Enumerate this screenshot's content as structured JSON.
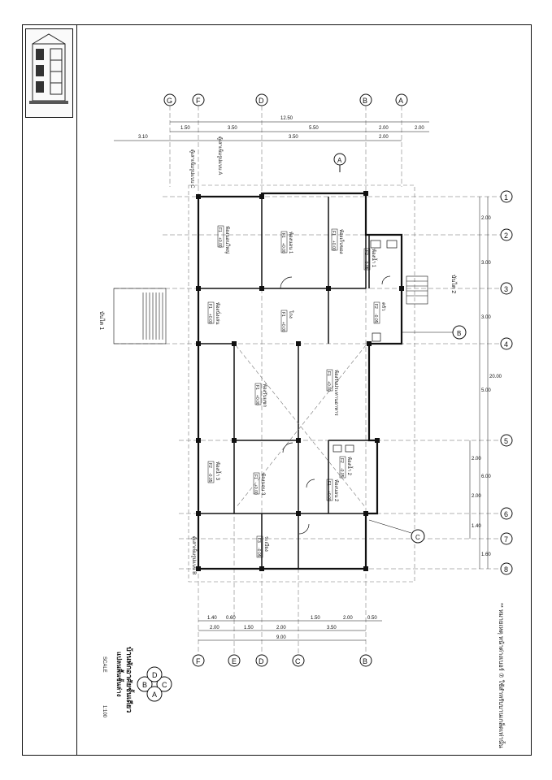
{
  "title_block": {
    "project_title": "บ้านพักอาศัยชั้นเดียว",
    "sheet_title": "แปลนพื้นชั้นล่าง",
    "scale_label": "SCALE",
    "scale_value": "1:100",
    "note": "** หมายเหตุ หน้าต่างเบอร์ ⑦ ใช้สำหรับบานเกล็ดเท่านั้น",
    "key_letters": [
      "A",
      "B",
      "C",
      "D"
    ]
  },
  "grid_lines": {
    "letters": [
      "G",
      "F",
      "D",
      "B",
      "A"
    ],
    "letters_bottom": [
      "F",
      "E",
      "D",
      "C",
      "B"
    ],
    "numbers": [
      "1",
      "2",
      "3",
      "4",
      "5",
      "6",
      "7",
      "8"
    ]
  },
  "dimensions": {
    "top_total": "12.50",
    "top_row1": [
      "1.50",
      "3.50",
      "5.50",
      "2.00",
      "2.00"
    ],
    "top_row2": [
      "3.10",
      "3.50",
      "2.00"
    ],
    "right_total": "20.00",
    "right_row": [
      "2.00",
      "3.00",
      "3.00",
      "5.00",
      "6.00",
      "1.60"
    ],
    "right_sub": [
      "2.00",
      "2.00",
      "1.40"
    ],
    "bottom_total": "9.00",
    "bottom_row1": [
      "1.40",
      "0.60",
      "1.50",
      "2.00",
      "0.50"
    ],
    "bottom_row2": [
      "2.00",
      "1.50",
      "2.00",
      "3.50"
    ]
  },
  "section_markers": [
    "A",
    "B",
    "C"
  ],
  "rooms": [
    {
      "name": "ห้องนอน 1",
      "level": "+0.00",
      "tag": "F1"
    },
    {
      "name": "ห้องนอน 2",
      "level": "+0.00",
      "tag": "F1"
    },
    {
      "name": "ห้องนอน 3",
      "level": "+0.00",
      "tag": "F1"
    },
    {
      "name": "ห้องนอนใหญ่",
      "level": "+0.00",
      "tag": "F1"
    },
    {
      "name": "ห้องรับแขก",
      "level": "+0.00",
      "tag": "F1"
    },
    {
      "name": "ห้องนั่งเล่น",
      "level": "+0.00",
      "tag": "F1"
    },
    {
      "name": "ห้องรับประทานอาหาร",
      "level": "+0.00",
      "tag": "F1"
    },
    {
      "name": "ห้องน้ำ 1",
      "level": "-0.05",
      "tag": "F2"
    },
    {
      "name": "ห้องน้ำ 2",
      "level": "-0.05",
      "tag": "F2"
    },
    {
      "name": "ห้องน้ำ 3",
      "level": "-0.05",
      "tag": "F2"
    },
    {
      "name": "ครัว",
      "level": "-0.05",
      "tag": "F2"
    },
    {
      "name": "ห้องเก็บของ",
      "level": "+0.00",
      "tag": "F1"
    },
    {
      "name": "โถง",
      "level": "+0.00",
      "tag": "F1"
    },
    {
      "name": "ระเบียง",
      "level": "-0.05",
      "tag": "F3"
    }
  ],
  "labels": {
    "stair_1": "บันได 1",
    "stair_2": "บันได 2",
    "column_a": "ตู้เสาเข็มรูปแบบ A",
    "column_b": "ตู้เสาเข็มรูปแบบ B",
    "column_c": "ตู้เสาเข็มรูปแบบ C"
  }
}
